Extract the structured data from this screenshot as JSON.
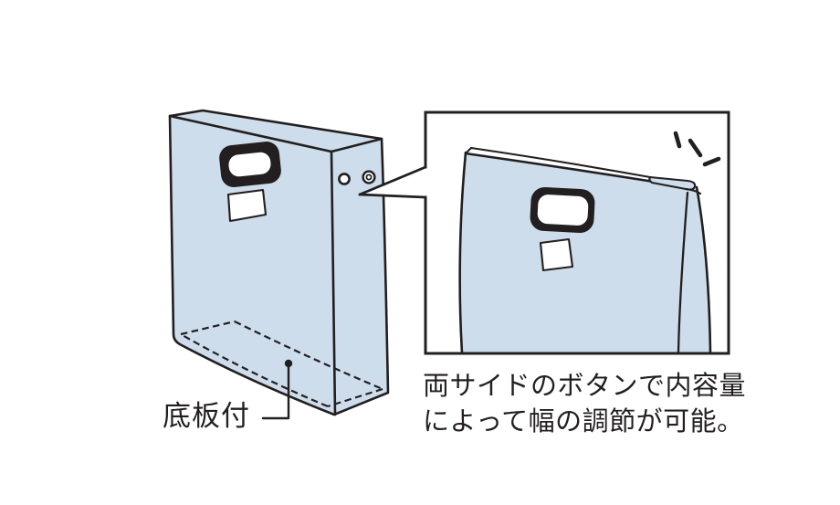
{
  "texts": {
    "bottom_board_label": "底板付",
    "caption_line1": "両サイドのボタンで内容量",
    "caption_line2": "によって幅の調節が可能。"
  },
  "colors": {
    "background": "#ffffff",
    "line": "#231f20",
    "bag_fill": "#cdddeb",
    "label_fill": "#ffffff"
  },
  "icons": {
    "snap_buttons": "two round snap fasteners on bag side gusset",
    "callout_wedge": "pointer wedge from snap buttons to detail box",
    "emphasis_marks": "three radiating attention strokes",
    "bottom_board_dashes": "dashed outline of internal bottom board",
    "leader_dot": "leader line with dot marker"
  }
}
